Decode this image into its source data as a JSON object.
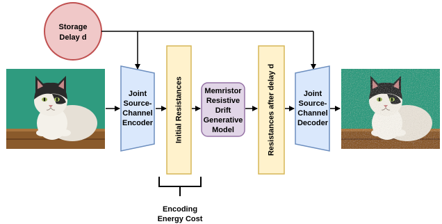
{
  "diagram": {
    "storage": {
      "line1": "Storage",
      "line2": "Delay d"
    },
    "encoder": {
      "line1": "Joint",
      "line2": "Source-",
      "line3": "Channel",
      "line4": "Encoder"
    },
    "initial_resistances": "Initial Resistances",
    "memristor_model": {
      "line1": "Memristor",
      "line2": "Resistive",
      "line3": "Drift",
      "line4": "Generative",
      "line5": "Model"
    },
    "resistances_after": "Resistances after delay d",
    "decoder": {
      "line1": "Joint",
      "line2": "Source-",
      "line3": "Channel",
      "line4": "Decoder"
    },
    "energy_cost": {
      "line1": "Encoding",
      "line2": "Energy Cost"
    },
    "input_image": "cat-photo",
    "output_image": "noisy-cat-photo"
  },
  "colors": {
    "storage_fill": "#f0c8c8",
    "storage_stroke": "#c05050",
    "codec_fill": "#dae8fc",
    "codec_stroke": "#6c8ebf",
    "resistance_fill": "#fff2cc",
    "resistance_stroke": "#d6b656",
    "model_fill": "#e1d5e7",
    "model_stroke": "#9673a6",
    "image_background": "#2f9b7f"
  }
}
